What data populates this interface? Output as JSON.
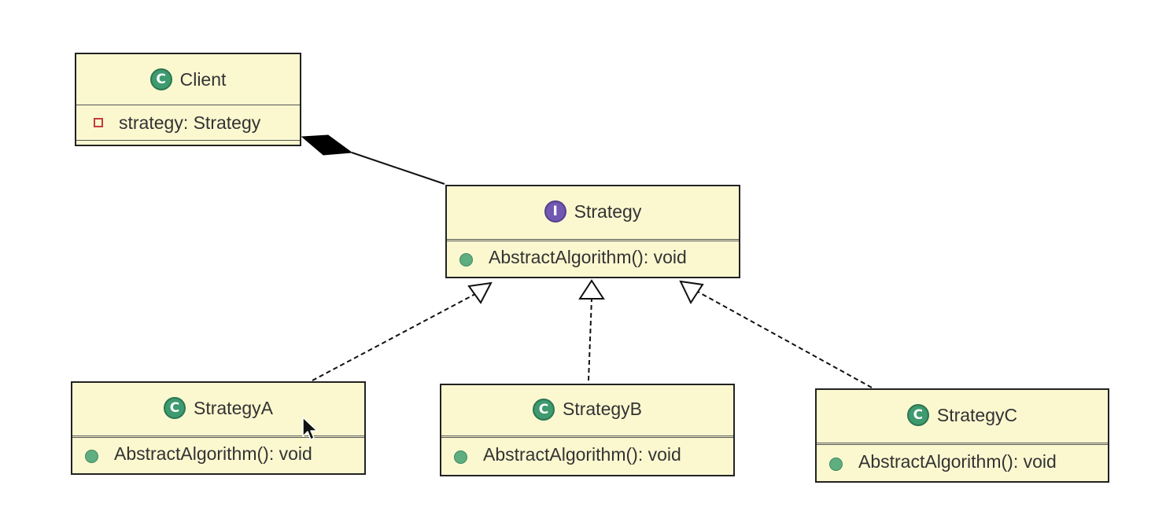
{
  "classes": {
    "client": {
      "name": "Client",
      "kind_icon": "class-icon",
      "kind_letter": "C",
      "field": "strategy: Strategy",
      "field_visibility": "private"
    },
    "strategy": {
      "name": "Strategy",
      "kind_icon": "interface-icon",
      "kind_letter": "I",
      "method": "AbstractAlgorithm(): void",
      "method_visibility": "public"
    },
    "strategy_a": {
      "name": "StrategyA",
      "kind_icon": "class-icon",
      "kind_letter": "C",
      "method": "AbstractAlgorithm(): void",
      "method_visibility": "public"
    },
    "strategy_b": {
      "name": "StrategyB",
      "kind_icon": "class-icon",
      "kind_letter": "C",
      "method": "AbstractAlgorithm(): void",
      "method_visibility": "public"
    },
    "strategy_c": {
      "name": "StrategyC",
      "kind_icon": "class-icon",
      "kind_letter": "C",
      "method": "AbstractAlgorithm(): void",
      "method_visibility": "public"
    }
  },
  "relations": [
    {
      "type": "composition",
      "from": "client",
      "to": "strategy"
    },
    {
      "type": "realization",
      "from": "strategy_a",
      "to": "strategy"
    },
    {
      "type": "realization",
      "from": "strategy_b",
      "to": "strategy"
    },
    {
      "type": "realization",
      "from": "strategy_c",
      "to": "strategy"
    }
  ],
  "colors": {
    "box_fill": "#fbf8d0",
    "class_badge": "#3e9a6f",
    "interface_badge": "#7257b3",
    "private_marker": "#c43c3c",
    "public_marker": "#5fae7f"
  }
}
